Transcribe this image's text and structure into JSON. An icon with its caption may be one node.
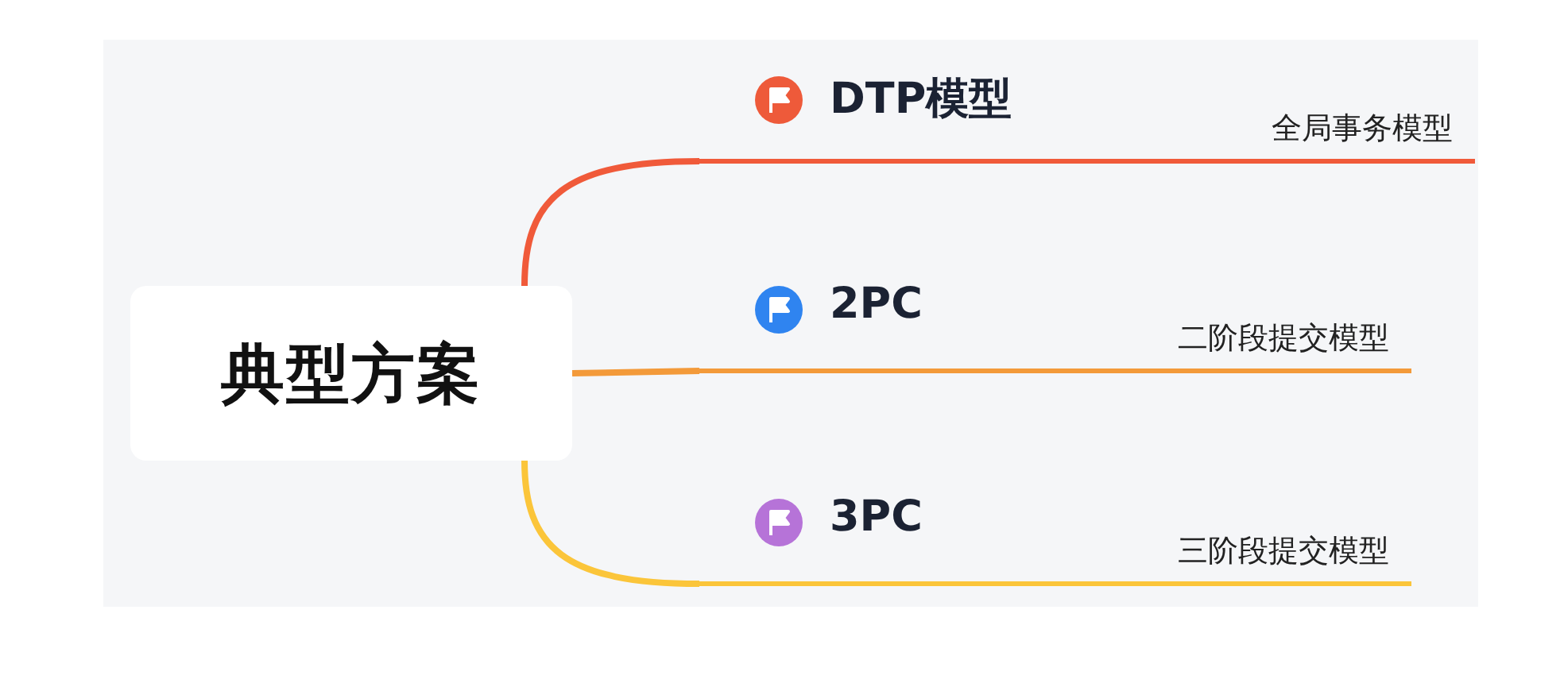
{
  "diagram": {
    "nodes": [
      {
        "text": [
          "典型方案"
        ]
      },
      {
        "text": [
          "DTP模型",
          "全局事务模型"
        ]
      },
      {
        "text": [
          "2PC",
          "二阶段提交模型"
        ]
      },
      {
        "text": [
          "3PC",
          "三阶段提交模型"
        ]
      }
    ],
    "edges": [
      {
        "from": 0,
        "to": 1,
        "arrow": "none",
        "color": "#f05a3a"
      },
      {
        "from": 0,
        "to": 2,
        "arrow": "none",
        "color": "#f39a3a"
      },
      {
        "from": 0,
        "to": 3,
        "arrow": "none",
        "color": "#fbc53a"
      }
    ]
  }
}
